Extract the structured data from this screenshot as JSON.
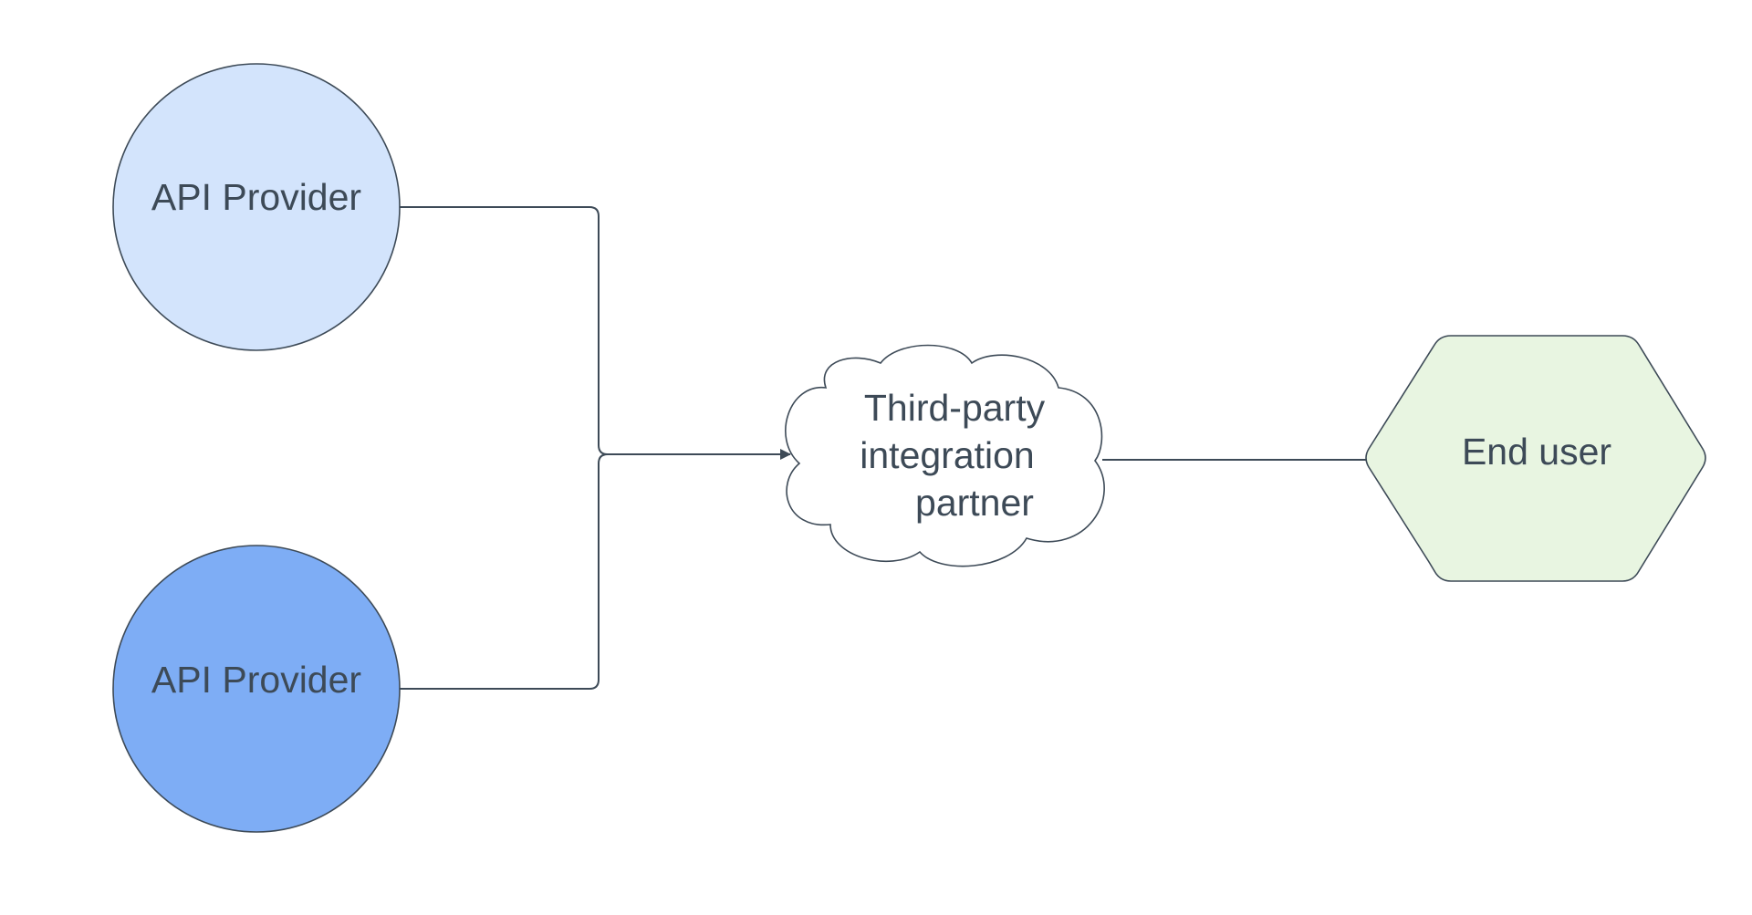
{
  "diagram": {
    "nodes": [
      {
        "id": "provider1",
        "shape": "circle",
        "label_lines": [
          "API Provider"
        ],
        "fill": "#d3e4fc"
      },
      {
        "id": "provider2",
        "shape": "circle",
        "label_lines": [
          "API Provider"
        ],
        "fill": "#7eadf5"
      },
      {
        "id": "partner",
        "shape": "cloud",
        "label_lines": [
          "Third-party",
          "integration",
          "partner"
        ],
        "fill": "#ffffff"
      },
      {
        "id": "enduser",
        "shape": "hexagon",
        "label_lines": [
          "End user"
        ],
        "fill": "#e8f5e1"
      }
    ],
    "edges": [
      {
        "from": "provider1",
        "to": "partner"
      },
      {
        "from": "provider2",
        "to": "partner"
      },
      {
        "from": "partner",
        "to": "enduser"
      }
    ],
    "stroke_color": "#3d4a57"
  }
}
